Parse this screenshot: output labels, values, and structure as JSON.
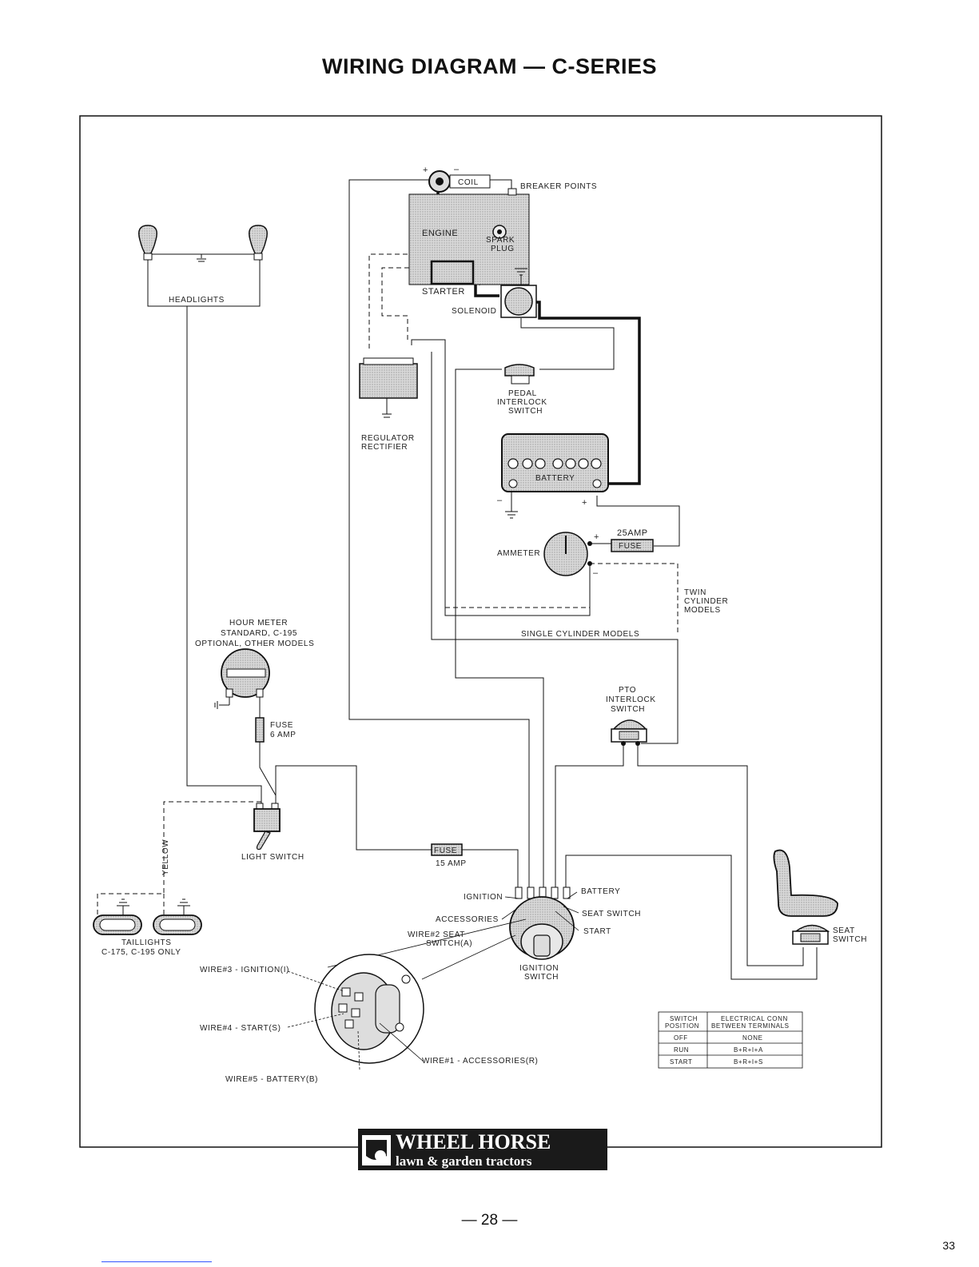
{
  "title": "WIRING DIAGRAM — C-SERIES",
  "labels": {
    "coil": "COIL",
    "plus": "+",
    "minus": "–",
    "breaker_points": "BREAKER POINTS",
    "engine": "ENGINE",
    "spark_plug_1": "SPARK",
    "spark_plug_2": "PLUG",
    "starter": "STARTER",
    "solenoid": "SOLENOID",
    "headlights": "HEADLIGHTS",
    "pedal_interlock_1": "PEDAL",
    "pedal_interlock_2": "INTERLOCK",
    "pedal_interlock_3": "SWITCH",
    "regulator_1": "REGULATOR",
    "regulator_2": "RECTIFIER",
    "battery": "BATTERY",
    "battery_plus": "+",
    "battery_minus": "–",
    "fuse_25_value": "25AMP",
    "fuse_25_label": "FUSE",
    "ammeter": "AMMETER",
    "ammeter_plus": "+",
    "ammeter_minus": "–",
    "twin_1": "TWIN",
    "twin_2": "CYLINDER",
    "twin_3": "MODELS",
    "single_cyl": "SINGLE CYLINDER MODELS",
    "hour_meter_1": "HOUR METER",
    "hour_meter_2": "STANDARD, C-195",
    "hour_meter_3": "OPTIONAL, OTHER MODELS",
    "fuse_6_1": "FUSE",
    "fuse_6_2": "6 AMP",
    "pto_1": "PTO",
    "pto_2": "INTERLOCK",
    "pto_3": "SWITCH",
    "light_switch": "LIGHT SWITCH",
    "yellow": "YELLOW",
    "fuse_15_label": "FUSE",
    "fuse_15_value": "15 AMP",
    "ignition": "IGNITION",
    "accessories": "ACCESSORIES",
    "battery_term": "BATTERY",
    "seat_switch_term": "SEAT SWITCH",
    "start_term": "START",
    "wire2_1": "WIRE#2 SEAT",
    "wire2_2": "SWITCH(A)",
    "ign_switch_1": "IGNITION",
    "ign_switch_2": "SWITCH",
    "taillights_1": "TAILLIGHTS",
    "taillights_2": "C-175, C-195 ONLY",
    "wire3": "WIRE#3 - IGNITION(I)",
    "wire4": "WIRE#4 - START(S)",
    "wire1": "WIRE#1 - ACCESSORIES(R)",
    "wire5": "WIRE#5 - BATTERY(B)",
    "seat_1": "SEAT",
    "seat_2": "SWITCH"
  },
  "switch_table": {
    "header_1a": "SWITCH",
    "header_1b": "POSITION",
    "header_2a": "ELECTRICAL CONN",
    "header_2b": "BETWEEN TERMINALS",
    "rows": [
      {
        "position": "OFF",
        "conn": "NONE"
      },
      {
        "position": "RUN",
        "conn": "B+R+I+A"
      },
      {
        "position": "START",
        "conn": "B+R+I+S"
      }
    ]
  },
  "logo": {
    "line1": "WHEEL HORSE",
    "line2": "lawn & garden tractors"
  },
  "page_number": "— 28 —",
  "corner_mark": "33",
  "colors": {
    "ink": "#111111",
    "shade": "#c8c8c8",
    "logo_bg": "#1a1a1a",
    "logo_text": "#ffffff"
  }
}
